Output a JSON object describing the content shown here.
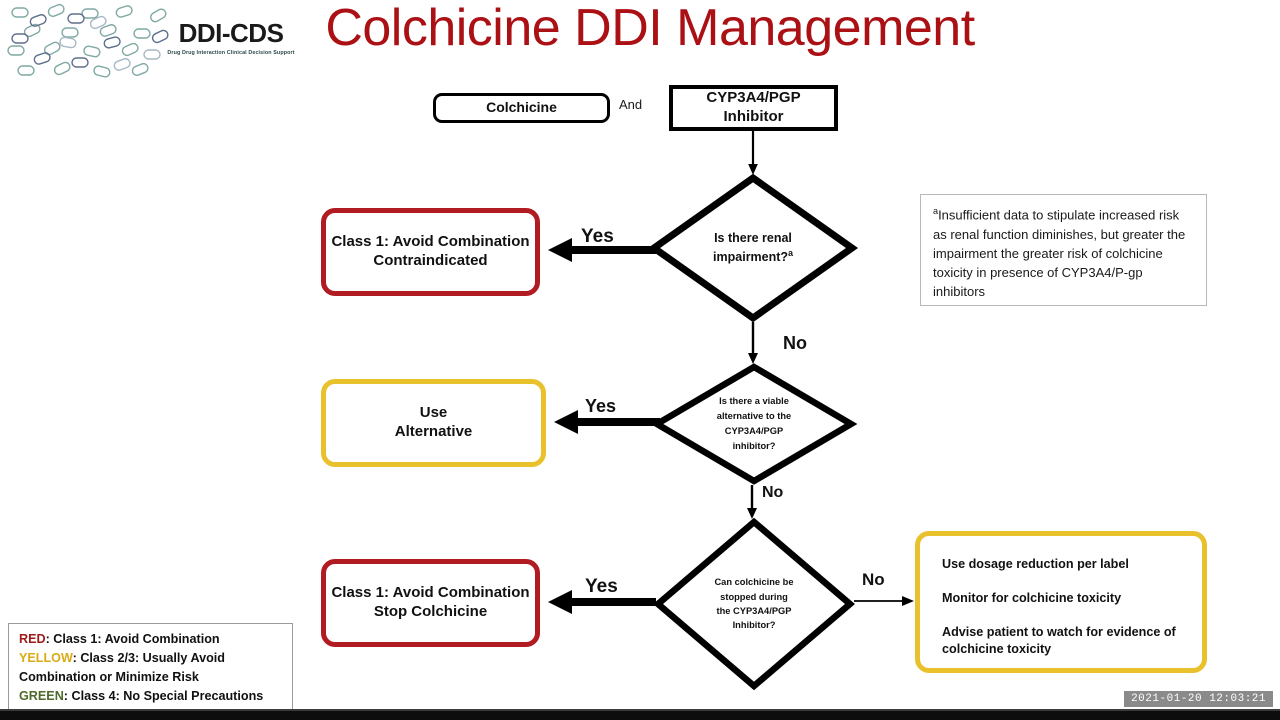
{
  "logo": {
    "title": "DDI-CDS",
    "subtitle": "Drug Drug Interaction Clinical Decision Support",
    "icon": "pill-capsule-pattern"
  },
  "header": {
    "title": "Colchicine DDI Management",
    "title_color": "#aa1014"
  },
  "flow": {
    "inputs": {
      "drug": "Colchicine",
      "conjunction": "And",
      "interactor_line1": "CYP3A4/PGP",
      "interactor_line2": "Inhibitor"
    },
    "decisions": [
      {
        "id": "renal-impairment",
        "lines": [
          "Is there renal",
          "impairment?"
        ],
        "footnote_marker": "a",
        "yes_label": "Yes",
        "no_label": "No"
      },
      {
        "id": "viable-alternative",
        "lines": [
          "Is there a viable",
          "alternative to the",
          "CYP3A4/PGP",
          "inhibitor?"
        ],
        "yes_label": "Yes",
        "no_label": "No"
      },
      {
        "id": "stop-colchicine",
        "lines": [
          "Can colchicine be",
          "stopped during",
          "the CYP3A4/PGP",
          "Inhibitor?"
        ],
        "yes_label": "Yes",
        "no_label": "No"
      }
    ],
    "outcomes": {
      "class1_contraindicated": {
        "line1": "Class 1: Avoid Combination",
        "line2": "Contraindicated",
        "color": "#b11b22"
      },
      "use_alternative": {
        "line1": "Use",
        "line2": "Alternative",
        "color": "#e9c12c"
      },
      "class1_stop": {
        "line1": "Class 1: Avoid Combination",
        "line2": "Stop Colchicine",
        "color": "#b11b22"
      },
      "advice": {
        "color": "#e9c12c",
        "lines": [
          "Use dosage reduction per label",
          "Monitor for colchicine toxicity",
          "Advise patient to watch for evidence of colchicine toxicity"
        ]
      }
    }
  },
  "footnote": {
    "marker": "a",
    "text": "Insufficient data to stipulate increased risk as renal function diminishes, but greater the impairment the greater risk of colchicine toxicity in presence of CYP3A4/P-gp inhibitors"
  },
  "legend": {
    "items": [
      {
        "key": "RED",
        "key_color": "#9e1b1b",
        "text": ": Class 1: Avoid Combination"
      },
      {
        "key": "YELLOW",
        "key_color": "#d9ab16",
        "text": ": Class 2/3: Usually Avoid"
      },
      {
        "key": "",
        "key_color": "#111111",
        "text": "Combination or Minimize Risk"
      },
      {
        "key": "GREEN",
        "key_color": "#4e6b2a",
        "text": ": Class 4: No Special Precautions"
      }
    ]
  },
  "timestamp": "2021-01-20 12:03:21"
}
